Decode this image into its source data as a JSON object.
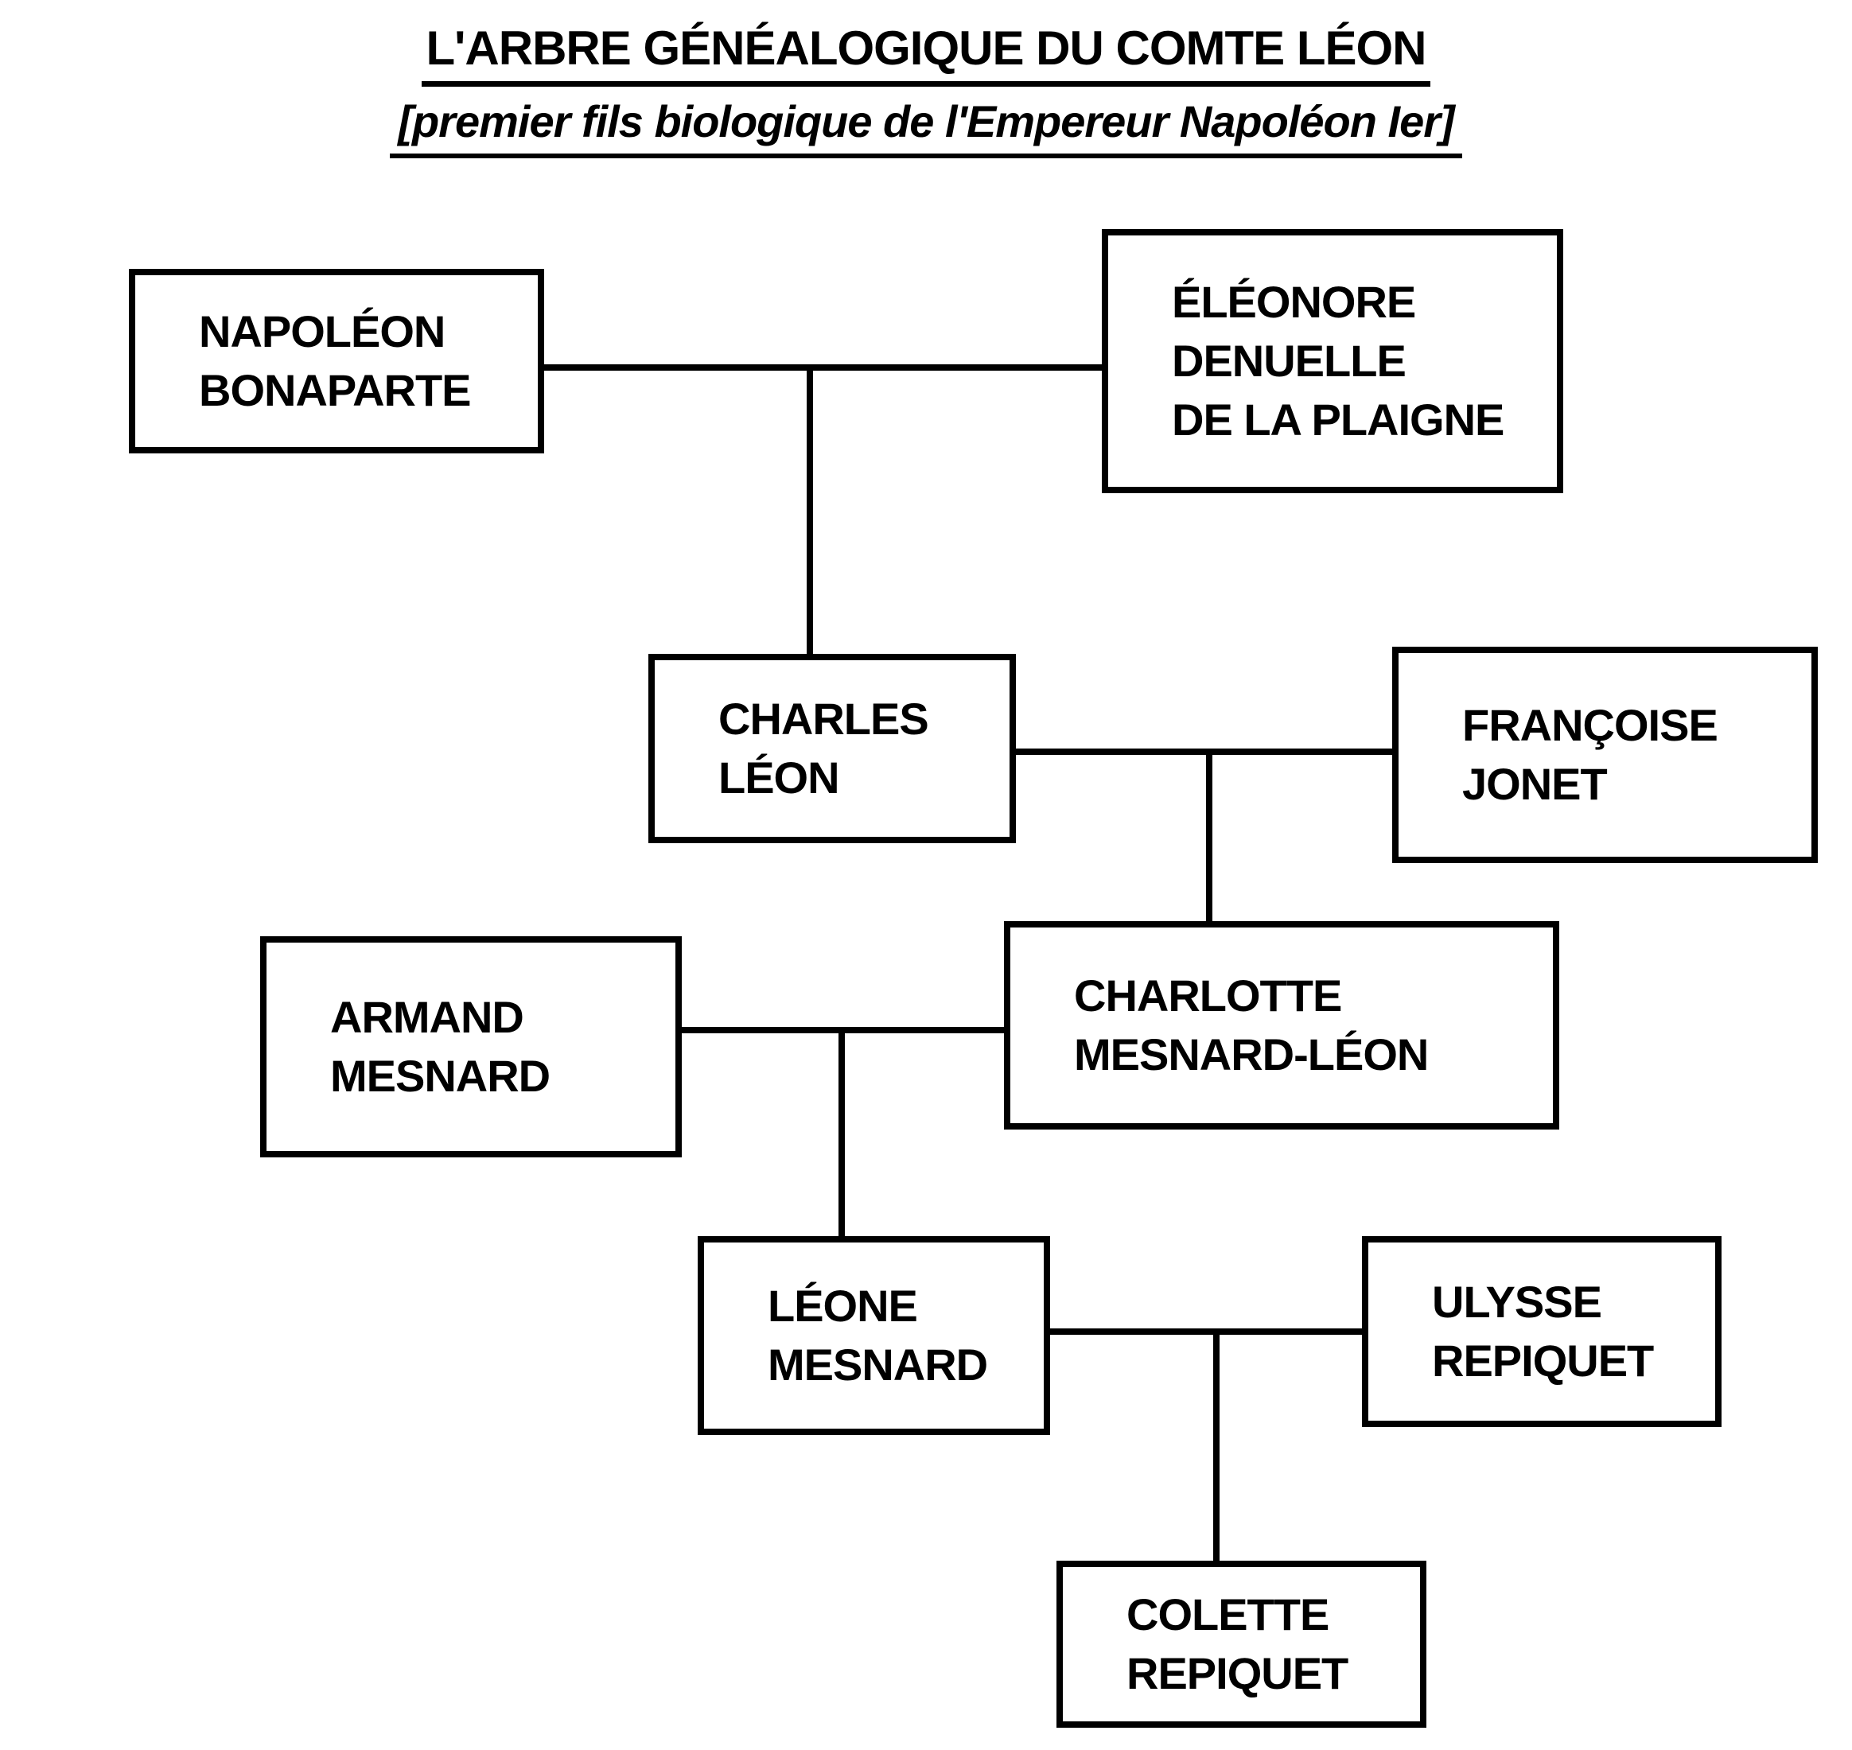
{
  "page": {
    "background_color": "#ffffff",
    "ink_color": "#000000"
  },
  "title": {
    "line1": "L'ARBRE GÉNÉALOGIQUE DU COMTE LÉON",
    "line2": "[premier fils biologique de l'Empereur Napoléon Ier]"
  },
  "tree": {
    "people": [
      {
        "id": "napoleon",
        "name": "NAPOLÉON\nBONAPARTE"
      },
      {
        "id": "eleonore",
        "name": "ÉLÉONORE\nDENUELLE\nDE LA PLAIGNE"
      },
      {
        "id": "charles",
        "name": "CHARLES\nLÉON"
      },
      {
        "id": "francoise",
        "name": "FRANÇOISE\nJONET"
      },
      {
        "id": "armand",
        "name": "ARMAND\nMESNARD"
      },
      {
        "id": "charlotte",
        "name": "CHARLOTTE\nMESNARD-LÉON"
      },
      {
        "id": "leone",
        "name": "LÉONE\nMESNARD"
      },
      {
        "id": "ulysse",
        "name": "ULYSSE\nREPIQUET"
      },
      {
        "id": "colette",
        "name": "COLETTE\nREPIQUET"
      }
    ],
    "relationships": [
      {
        "parents": [
          "NAPOLÉON BONAPARTE",
          "ÉLÉONORE DENUELLE DE LA PLAIGNE"
        ],
        "child": "CHARLES LÉON"
      },
      {
        "parents": [
          "CHARLES LÉON",
          "FRANÇOISE JONET"
        ],
        "child": "CHARLOTTE MESNARD-LÉON"
      },
      {
        "parents": [
          "ARMAND MESNARD",
          "CHARLOTTE MESNARD-LÉON"
        ],
        "child": "LÉONE MESNARD"
      },
      {
        "parents": [
          "LÉONE MESNARD",
          "ULYSSE REPIQUET"
        ],
        "child": "COLETTE REPIQUET"
      }
    ]
  }
}
